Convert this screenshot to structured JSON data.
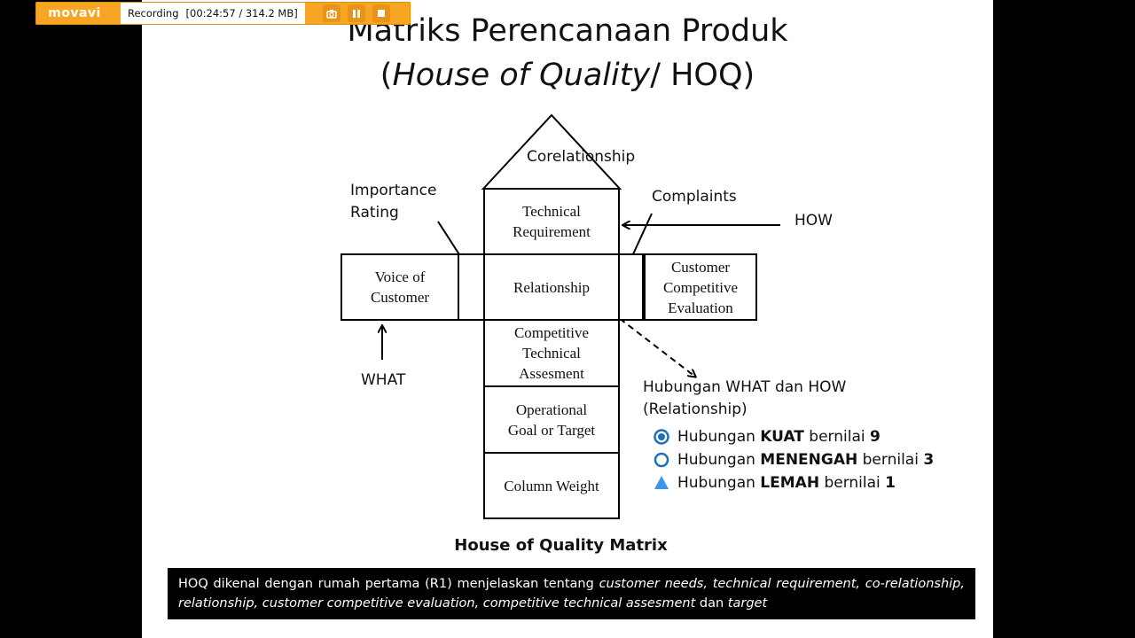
{
  "slide": {
    "title_line1": "Matriks Perencanaan Produk",
    "title_line2_open": "(",
    "title_line2_italic": "House of Quality",
    "title_line2_rest": "/ HOQ)"
  },
  "diagram": {
    "roof_label": "Corelationship",
    "technical_requirement": "Technical\nRequirement",
    "voice_of_customer": "Voice of\nCustomer",
    "relationship": "Relationship",
    "customer_competitive_evaluation": "Customer\nCompetitive\nEvaluation",
    "competitive_technical_assesment": "Competitive\nTechnical\nAssesment",
    "operational_goal": "Operational\nGoal or Target",
    "column_weight": "Column Weight",
    "importance_rating": "Importance\nRating",
    "complaints": "Complaints",
    "how": "HOW",
    "what": "WHAT"
  },
  "legend": {
    "title": "Hubungan WHAT dan HOW\n(Relationship)",
    "items": [
      {
        "prefix": "Hubungan ",
        "strength": "KUAT",
        "middle": " bernilai ",
        "value": "9",
        "icon": "filled-circle-icon"
      },
      {
        "prefix": "Hubungan ",
        "strength": "MENENGAH",
        "middle": " bernilai ",
        "value": "3",
        "icon": "open-circle-icon"
      },
      {
        "prefix": "Hubungan ",
        "strength": "LEMAH",
        "middle": " bernilai ",
        "value": "1",
        "icon": "triangle-icon"
      }
    ],
    "colors": {
      "circle": "#1f6fb5",
      "triangle": "#3a95e8"
    }
  },
  "caption": "House of Quality Matrix",
  "footer_note": {
    "plain1": "HOQ dikenal dengan rumah pertama (R1) menjelaskan tentang ",
    "italic1": "customer needs, technical requirement, co-relationship,  relationship, customer competitive evaluation, competitive technical assesment",
    "plain2": " dan ",
    "italic2": "target"
  },
  "recorder": {
    "logo": "movavi",
    "status_label": "Recording",
    "status_value": "[00:24:57 / 314.2 MB]",
    "accent": "#f6a623"
  }
}
